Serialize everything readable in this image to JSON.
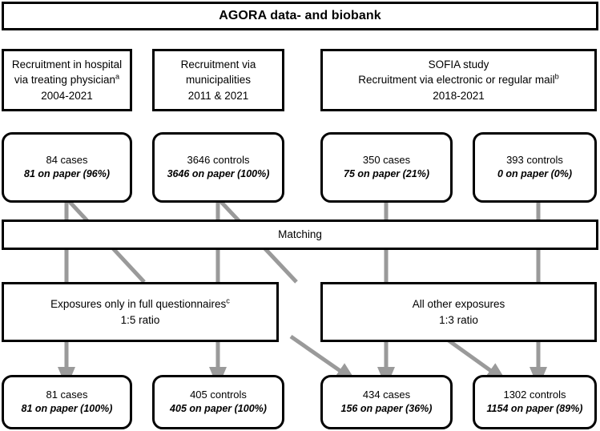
{
  "figure": {
    "type": "flowchart",
    "title": "AGORA data- and biobank",
    "link_color": "#9a9a9a",
    "box_border_color": "#000000",
    "background_color": "#ffffff"
  },
  "header": {
    "title": "AGORA data- and biobank"
  },
  "sources": [
    {
      "id": "source-hospital",
      "lines": [
        "Recruitment in hospital",
        "via treating physician",
        "2004-2021"
      ],
      "superscript": "a",
      "superscript_on_line": 1
    },
    {
      "id": "source-municipalities",
      "lines": [
        "Recruitment via",
        "municipalities",
        "2011 & 2021"
      ],
      "superscript": "",
      "superscript_on_line": -1
    },
    {
      "id": "source-sofia",
      "lines": [
        "SOFIA study",
        "Recruitment via electronic or regular mail",
        "2018-2021"
      ],
      "superscript": "b",
      "superscript_on_line": 1
    }
  ],
  "recruited": [
    {
      "id": "recruited-84-cases",
      "count": "84 cases",
      "paper": "81 on paper (96%)"
    },
    {
      "id": "recruited-3646-controls",
      "count": "3646 controls",
      "paper": "3646 on paper (100%)"
    },
    {
      "id": "recruited-350-cases",
      "count": "350 cases",
      "paper": "75 on paper (21%)"
    },
    {
      "id": "recruited-393-controls",
      "count": "393 controls",
      "paper": "0 on paper (0%)"
    }
  ],
  "matching": {
    "label": "Matching"
  },
  "exposures": [
    {
      "id": "exposure-full-questionnaires",
      "lines": [
        "Exposures only in full questionnaires",
        "1:5 ratio"
      ],
      "superscript": "c",
      "superscript_on_line": 0
    },
    {
      "id": "exposure-all-other",
      "lines": [
        "All other exposures",
        "1:3 ratio"
      ],
      "superscript": "",
      "superscript_on_line": -1
    }
  ],
  "results": [
    {
      "id": "result-81-cases",
      "count": "81 cases",
      "paper": "81 on paper (100%)"
    },
    {
      "id": "result-405-controls",
      "count": "405 controls",
      "paper": "405 on paper (100%)"
    },
    {
      "id": "result-434-cases",
      "count": "434 cases",
      "paper": "156 on paper (36%)"
    },
    {
      "id": "result-1302-controls",
      "count": "1302 controls",
      "paper": "1154 on paper (89%)"
    }
  ]
}
